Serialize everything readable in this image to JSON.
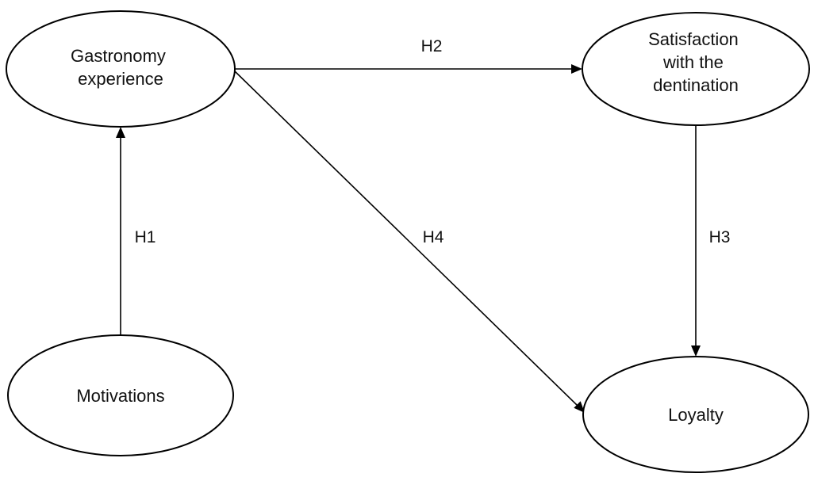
{
  "nodes": {
    "gastronomy": {
      "lines": [
        "Gastronomy",
        "experience"
      ]
    },
    "satisfaction": {
      "lines": [
        "Satisfaction",
        "with the",
        "dentination"
      ]
    },
    "motivations": {
      "lines": [
        "Motivations"
      ]
    },
    "loyalty": {
      "lines": [
        "Loyalty"
      ]
    }
  },
  "edges": {
    "h1": {
      "label": "H1",
      "from": "motivations",
      "to": "gastronomy"
    },
    "h2": {
      "label": "H2",
      "from": "gastronomy",
      "to": "satisfaction"
    },
    "h3": {
      "label": "H3",
      "from": "satisfaction",
      "to": "loyalty"
    },
    "h4": {
      "label": "H4",
      "from": "gastronomy",
      "to": "loyalty"
    }
  },
  "colors": {
    "stroke": "#000000",
    "background": "#ffffff",
    "text": "#111111"
  }
}
